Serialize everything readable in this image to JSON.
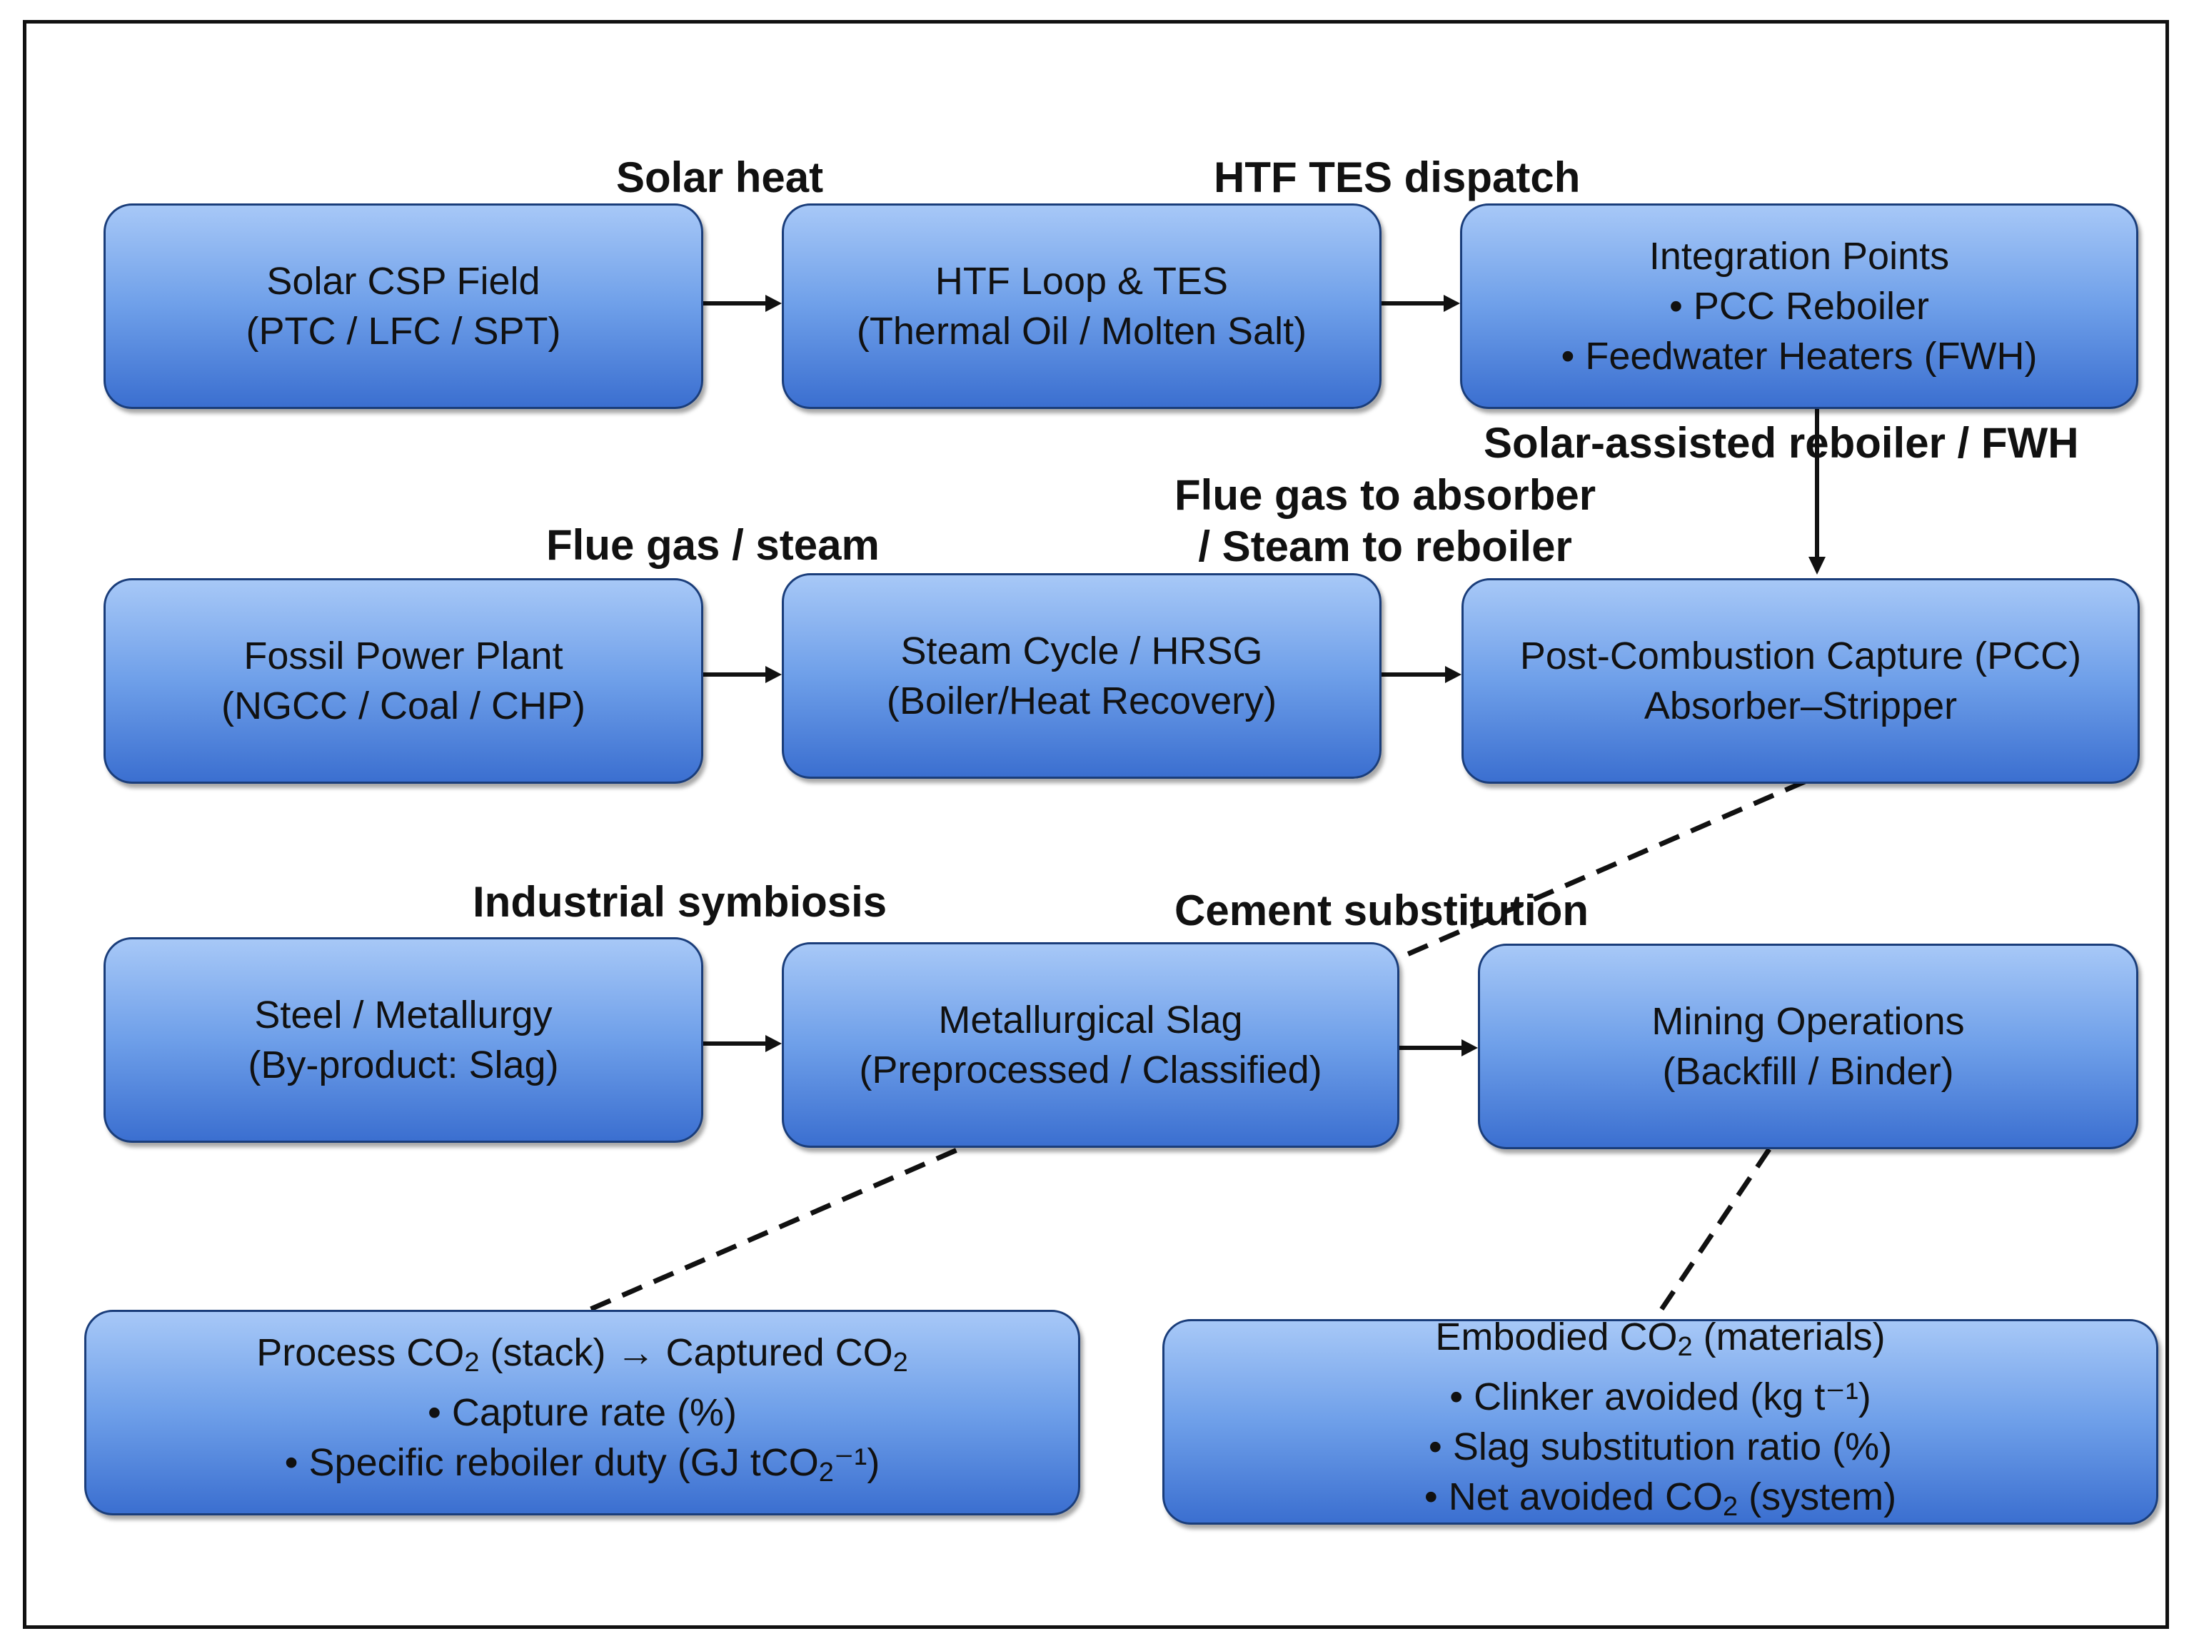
{
  "nodes": {
    "csp": {
      "line1": "Solar CSP Field",
      "line2": "(PTC / LFC / SPT)"
    },
    "htf": {
      "line1": "HTF Loop & TES",
      "line2": "(Thermal Oil / Molten Salt)"
    },
    "integration": {
      "line1": "Integration Points",
      "line2": "• PCC Reboiler",
      "line3": "• Feedwater Heaters (FWH)"
    },
    "fossil": {
      "line1": "Fossil Power Plant",
      "line2": "(NGCC / Coal / CHP)"
    },
    "steam": {
      "line1": "Steam Cycle / HRSG",
      "line2": "(Boiler/Heat Recovery)"
    },
    "pcc": {
      "line1": "Post-Combustion Capture (PCC)",
      "line2": "Absorber–Stripper"
    },
    "steel": {
      "line1": "Steel / Metallurgy",
      "line2": "(By-product:  Slag)"
    },
    "slag": {
      "line1": "Metallurgical Slag",
      "line2": "(Preprocessed / Classified)"
    },
    "mining": {
      "line1": "Mining Operations",
      "line2": "(Backfill / Binder)"
    },
    "process_co2": {
      "line1_a": "Process CO",
      "line1_sub": "2",
      "line1_b": " (stack) → Captured CO",
      "line1_sub2": "2",
      "line2": "• Capture rate (%)",
      "line3_a": "• Specific reboiler duty (GJ tCO",
      "line3_sub": "2",
      "line3_b": "⁻¹)"
    },
    "embodied_co2": {
      "line1_a": "Embodied CO",
      "line1_sub": "2",
      "line1_b": " (materials)",
      "line2": "• Clinker avoided (kg t⁻¹)",
      "line3": "• Slag substitution ratio (%)",
      "line4_a": "• Net avoided CO",
      "line4_sub": "2",
      "line4_b": " (system)"
    }
  },
  "edge_labels": {
    "solar_heat": "Solar heat",
    "htf_tes_dispatch": "HTF TES dispatch",
    "solar_assisted": "Solar-assisted reboiler / FWH",
    "flue_gas_steam": "Flue gas / steam",
    "flue_gas_absorber_1": "Flue gas to absorber",
    "flue_gas_absorber_2": "/ Steam to reboiler",
    "industrial_symbiosis": "Industrial symbiosis",
    "cement_substitution": "Cement substitution"
  }
}
